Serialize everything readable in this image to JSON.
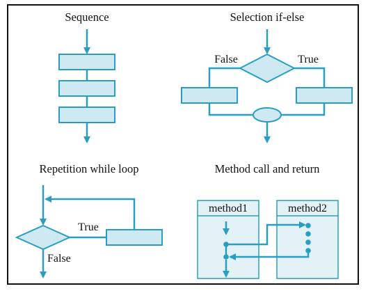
{
  "diagram": {
    "sequence": {
      "title": "Sequence"
    },
    "selection": {
      "title": "Selection if-else",
      "false_label": "False",
      "true_label": "True"
    },
    "repetition": {
      "title": "Repetition while loop",
      "true_label": "True",
      "false_label": "False"
    },
    "method_call": {
      "title": "Method call and return",
      "method1_label": "method1",
      "method2_label": "method2"
    }
  },
  "colors": {
    "line": "#2a9ec0",
    "box_fill": "#cfe9f2",
    "box_stroke": "#2a9ec0",
    "panel_fill": "#e3f2f7",
    "text": "#111111",
    "frame": "#111111"
  }
}
